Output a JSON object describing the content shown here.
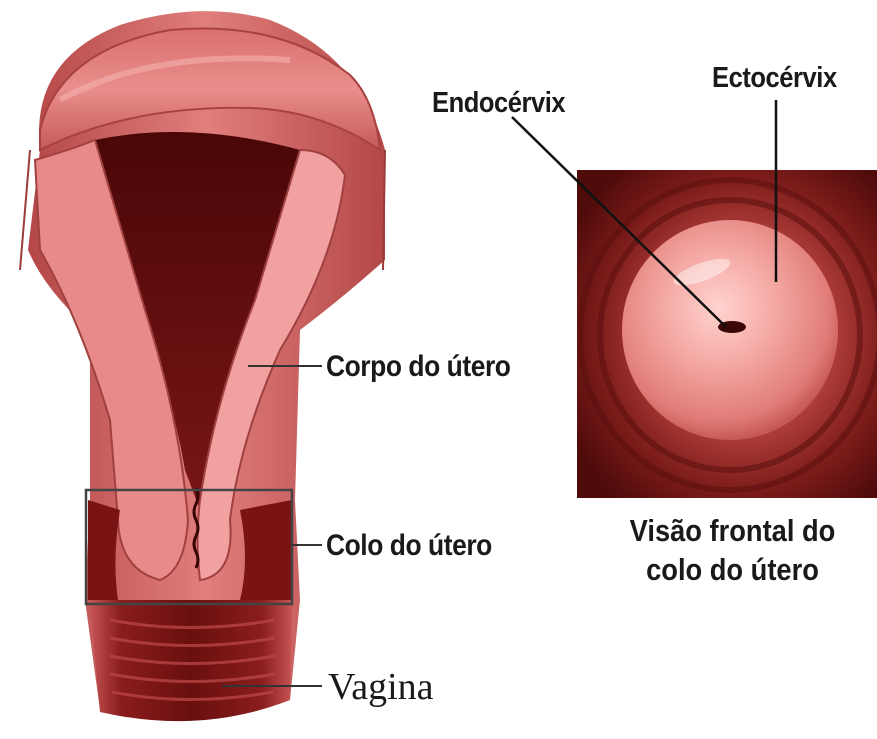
{
  "labels": {
    "endocervix": "Endocérvix",
    "ectocervix": "Ectocérvix",
    "corpo": "Corpo do útero",
    "colo": "Colo do útero",
    "vagina": "Vagina"
  },
  "caption": {
    "line1": "Visão frontal do",
    "line2": "colo do útero"
  },
  "colors": {
    "tissue_light": "#e98a8a",
    "tissue_dark": "#7a1414",
    "cavity": "#5c0a0a",
    "cervix_pink": "#f4a7a2",
    "outline": "#333333"
  }
}
